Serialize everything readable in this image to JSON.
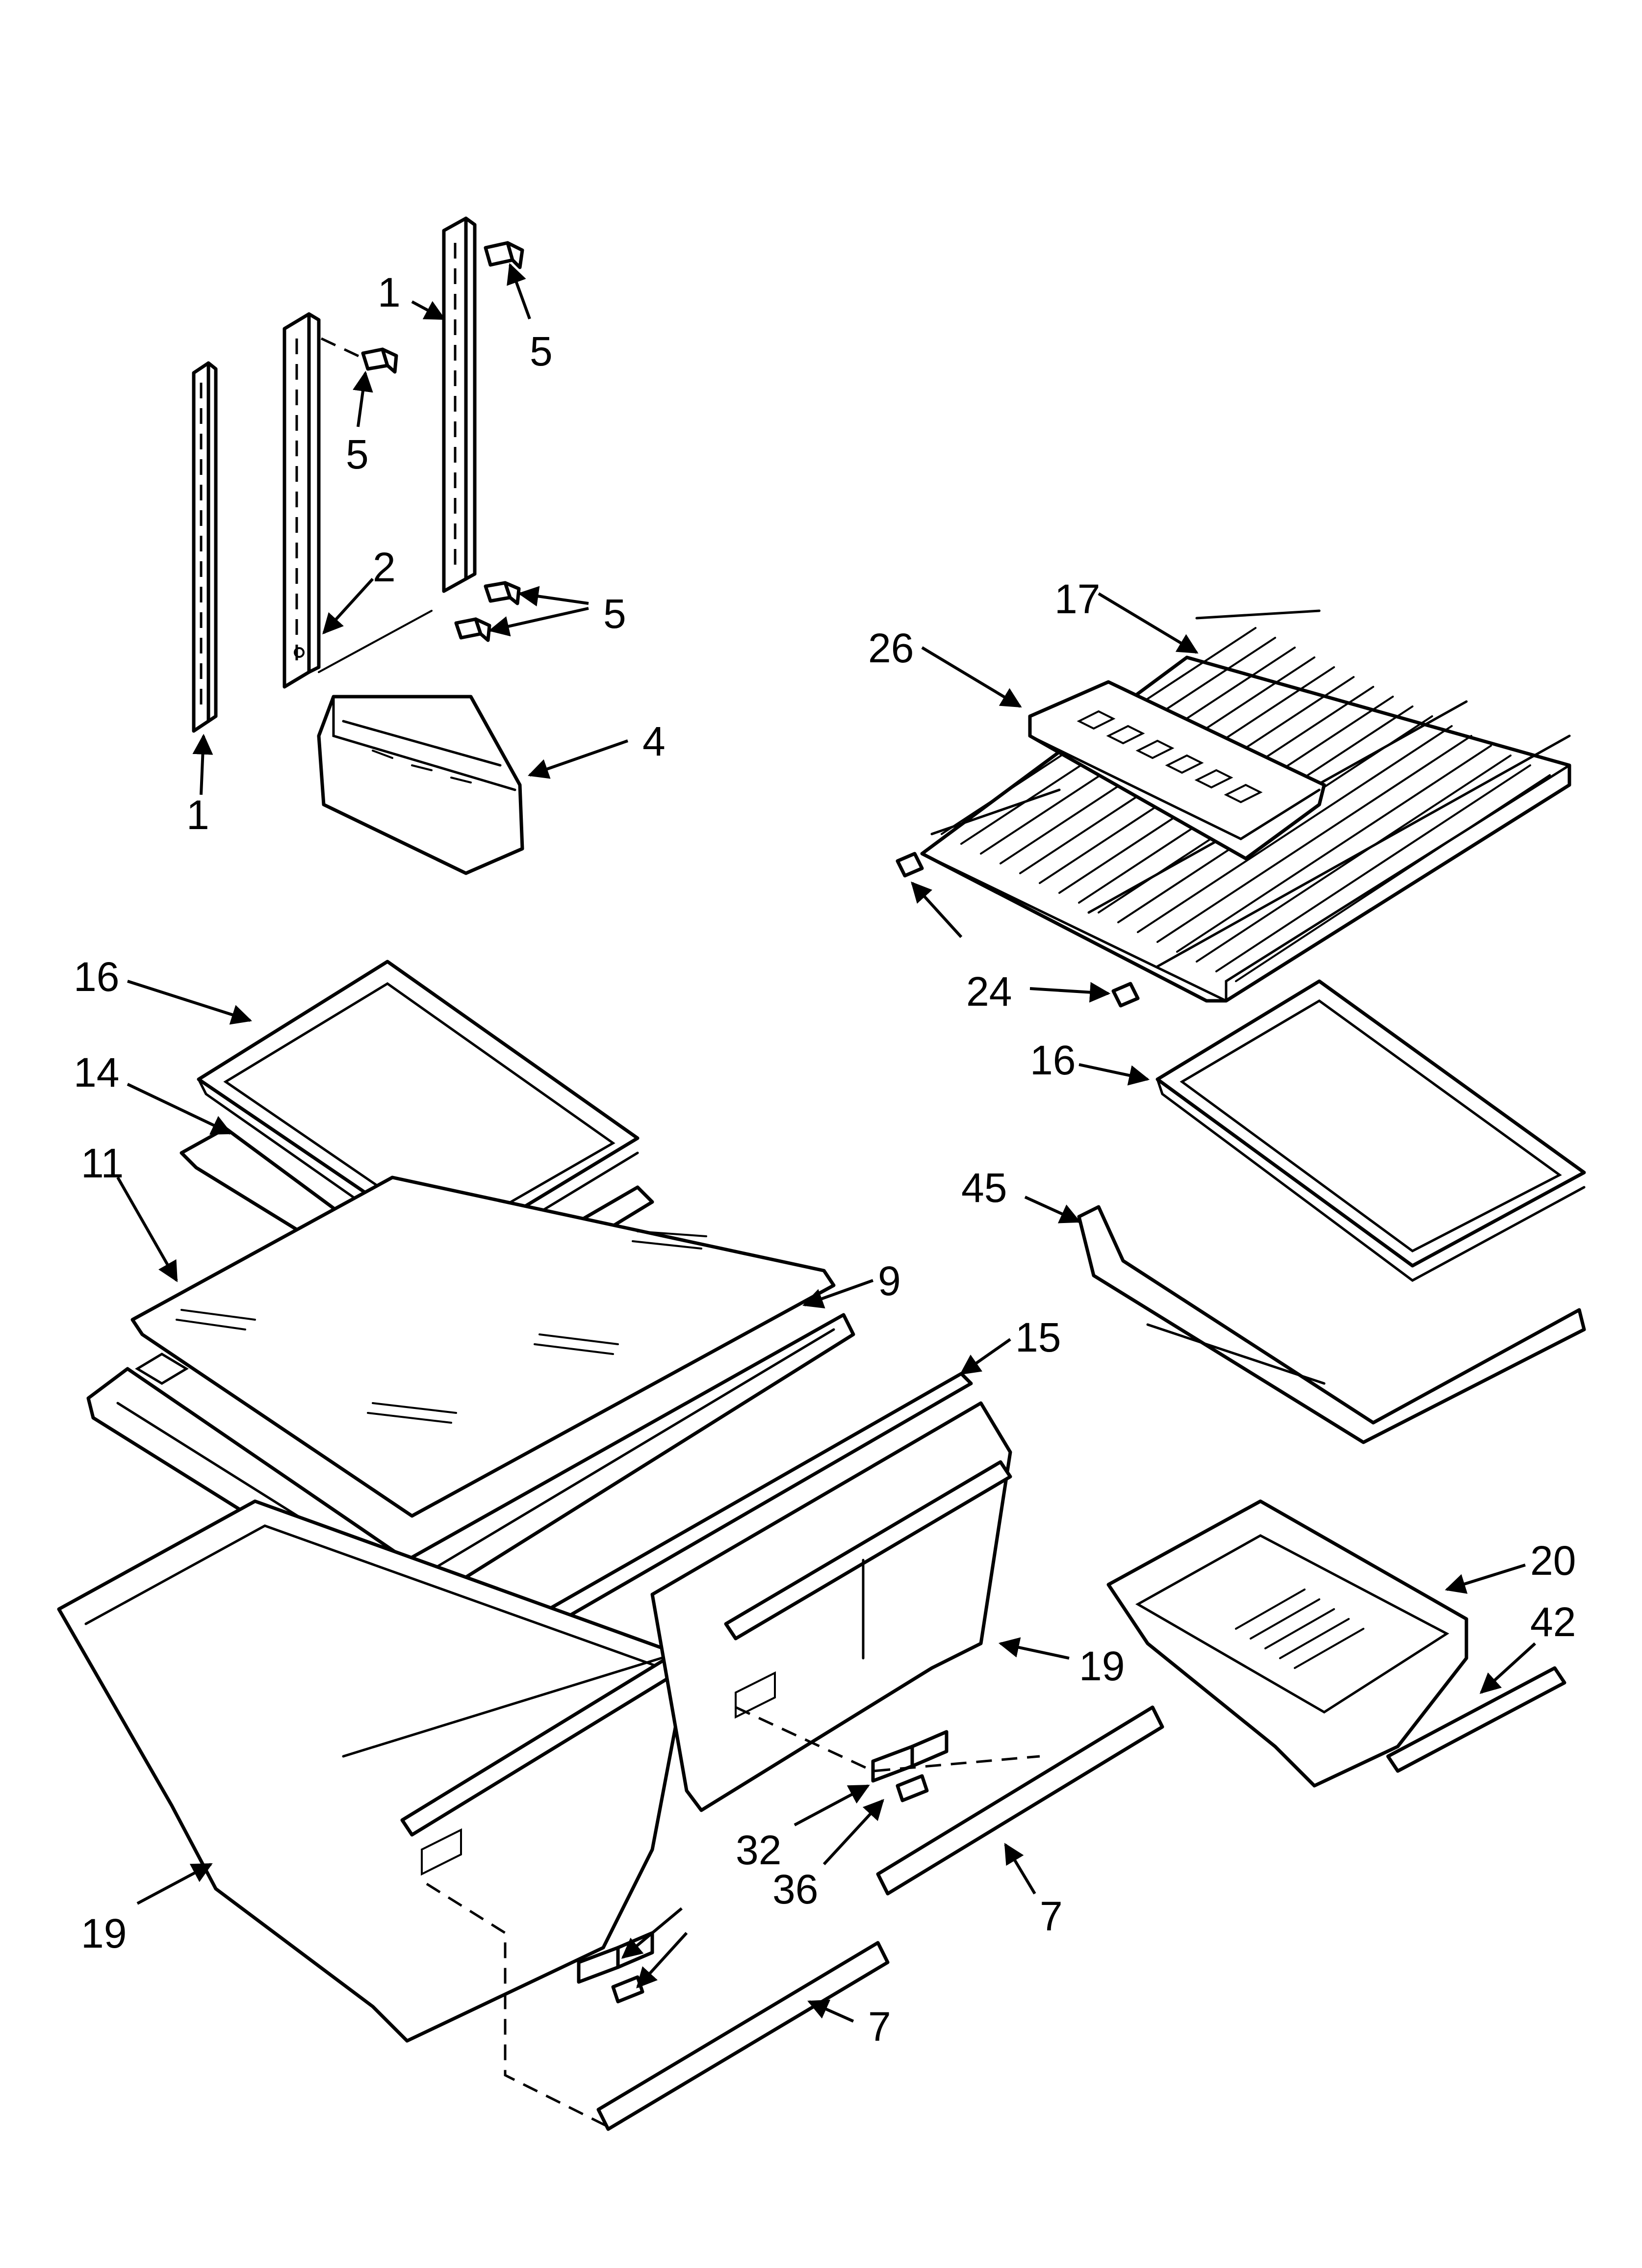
{
  "callouts": [
    {
      "id": "c1_top",
      "text": "1"
    },
    {
      "id": "c5_top",
      "text": "5"
    },
    {
      "id": "c5_mid",
      "text": "5"
    },
    {
      "id": "c2",
      "text": "2"
    },
    {
      "id": "c5_pair",
      "text": "5"
    },
    {
      "id": "c1_bottom",
      "text": "1"
    },
    {
      "id": "c4",
      "text": "4"
    },
    {
      "id": "c17",
      "text": "17"
    },
    {
      "id": "c26",
      "text": "26"
    },
    {
      "id": "c24",
      "text": "24"
    },
    {
      "id": "c16_left",
      "text": "16"
    },
    {
      "id": "c14",
      "text": "14"
    },
    {
      "id": "c11",
      "text": "11"
    },
    {
      "id": "c9",
      "text": "9"
    },
    {
      "id": "c15",
      "text": "15"
    },
    {
      "id": "c16_right",
      "text": "16"
    },
    {
      "id": "c45",
      "text": "45"
    },
    {
      "id": "c20",
      "text": "20"
    },
    {
      "id": "c42",
      "text": "42"
    },
    {
      "id": "c19_right",
      "text": "19"
    },
    {
      "id": "c19_left",
      "text": "19"
    },
    {
      "id": "c32",
      "text": "32"
    },
    {
      "id": "c36",
      "text": "36"
    },
    {
      "id": "c7_right",
      "text": "7"
    },
    {
      "id": "c7_bottom",
      "text": "7"
    }
  ]
}
